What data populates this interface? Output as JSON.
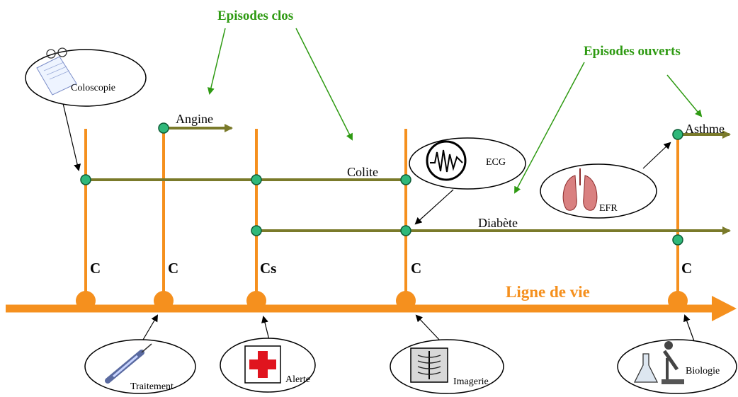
{
  "headers": {
    "closed": "Episodes clos",
    "open": "Episodes ouverts"
  },
  "lifeline": {
    "label": "Ligne de vie"
  },
  "episodes": {
    "angine": "Angine",
    "colite": "Colite",
    "diabete": "Diabète",
    "asthme": "Asthme"
  },
  "contacts": [
    "C",
    "C",
    "Cs",
    "C",
    "C"
  ],
  "documents": {
    "coloscopie": "Coloscopie",
    "ecg": "ECG",
    "efr": "EFR",
    "traitement": "Traitement",
    "alerte": "Alerte",
    "imagerie": "Imagerie",
    "biologie": "Biologie"
  },
  "colors": {
    "lifeline": "#f5901e",
    "episode_line": "#7a7a2a",
    "header_text": "#2e9a12",
    "node": "#2fb87a"
  },
  "icons": {
    "coloscopie": "notepad-glasses-icon",
    "ecg": "ecg-wave-icon",
    "efr": "lungs-icon",
    "traitement": "syringe-icon",
    "alerte": "red-cross-icon",
    "imagerie": "xray-icon",
    "biologie": "microscope-flask-icon"
  }
}
